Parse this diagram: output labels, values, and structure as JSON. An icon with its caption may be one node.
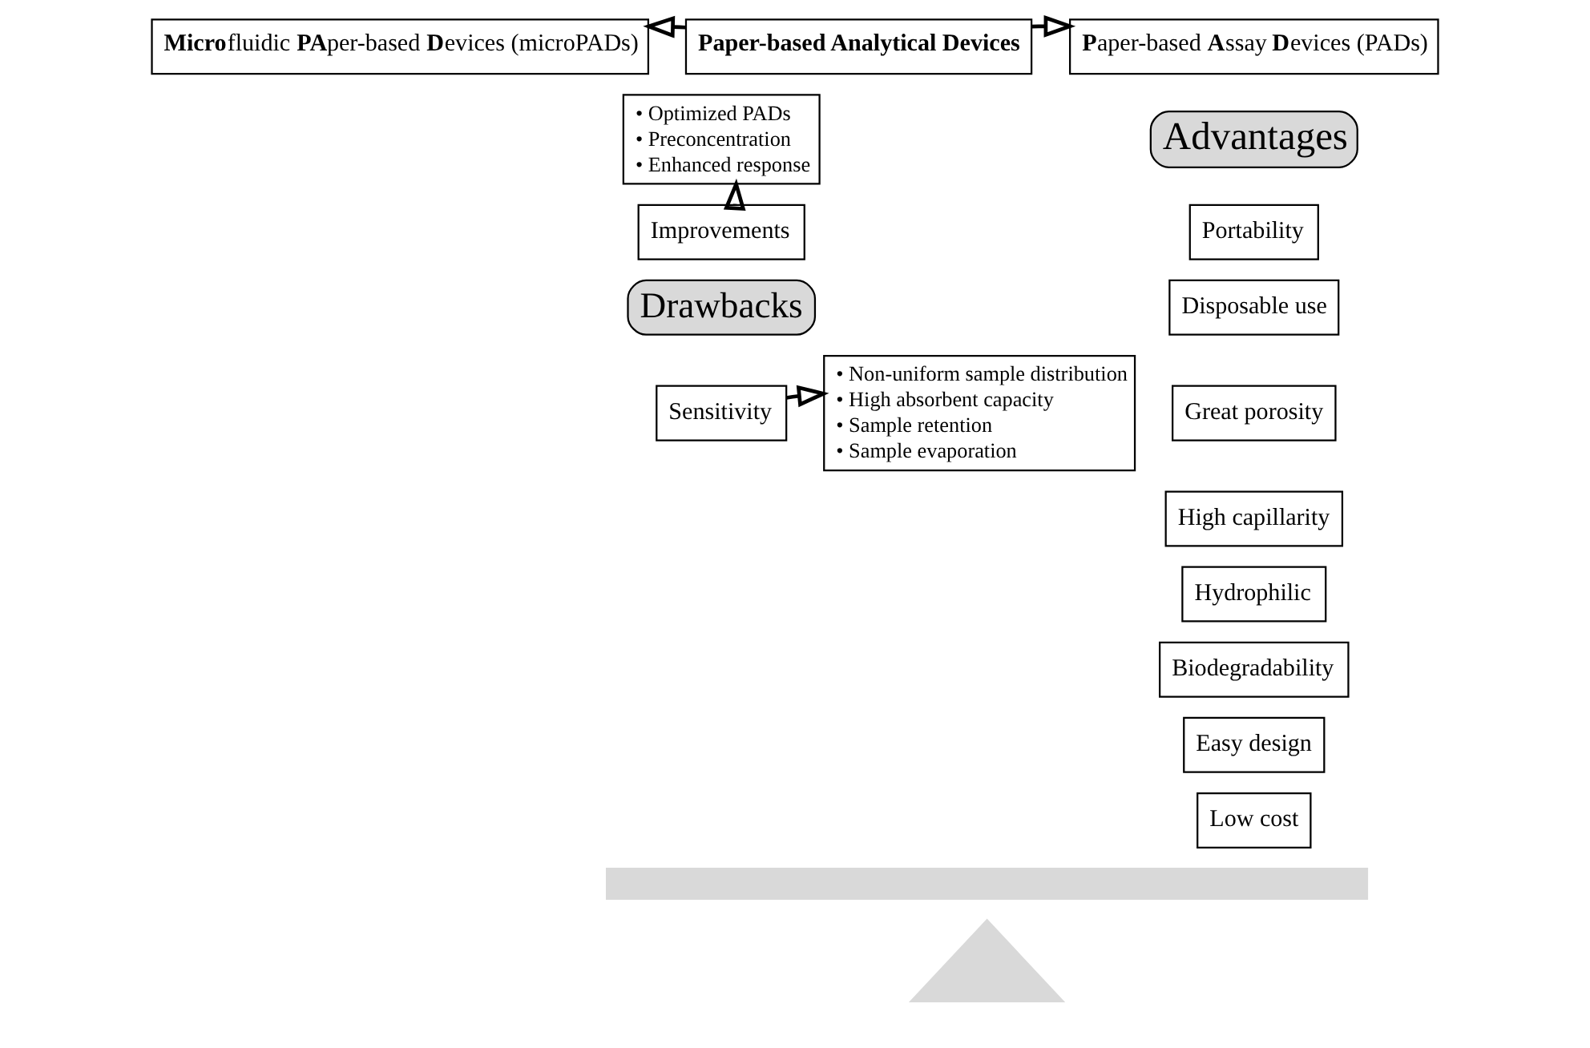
{
  "diagram": {
    "nodes": [
      {
        "text": [
          "**Micro**fluidic **PA**per-based **D**evices (microPADs)"
        ]
      },
      {
        "text": [
          "Paper-based Analytical Devices"
        ]
      },
      {
        "text": [
          "**P**aper-based **A**ssay **D**evices (PADs)"
        ]
      },
      {
        "text": [
          "Advantages"
        ]
      },
      {
        "text": [
          "Portability"
        ]
      },
      {
        "text": [
          "Disposable use"
        ]
      },
      {
        "text": [
          "Great porosity"
        ]
      },
      {
        "text": [
          "High capillarity"
        ]
      },
      {
        "text": [
          "Hydrophilic"
        ]
      },
      {
        "text": [
          "Biodegradability"
        ]
      },
      {
        "text": [
          "Easy design"
        ]
      },
      {
        "text": [
          "Low cost"
        ]
      },
      {
        "text": [
          "• Optimized PADs",
          "• Preconcentration",
          "• Enhanced response"
        ]
      },
      {
        "text": [
          "Improvements"
        ]
      },
      {
        "text": [
          "Drawbacks"
        ]
      },
      {
        "text": [
          "Sensitivity"
        ]
      },
      {
        "text": [
          "• Non-uniform sample distribution",
          "• High absorbent capacity",
          "• Sample retention",
          "• Sample evaporation"
        ]
      },
      {
        "text": [],
        "shape": "bar"
      },
      {
        "text": [],
        "shape": "triangle"
      }
    ],
    "edges": [
      {
        "from": 1,
        "to": 0,
        "arrow": "to"
      },
      {
        "from": 1,
        "to": 2,
        "arrow": "to"
      },
      {
        "from": 13,
        "to": 12,
        "arrow": "to"
      },
      {
        "from": 15,
        "to": 16,
        "arrow": "to"
      }
    ]
  }
}
